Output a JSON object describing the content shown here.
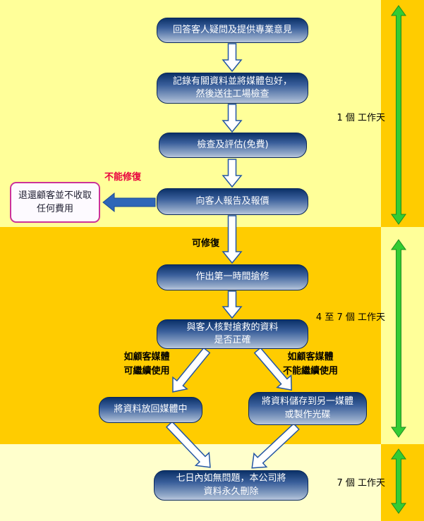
{
  "steps": {
    "s1": "回答客人疑問及提供專業意見",
    "s2": "記錄有關資料並將媒體包好，\n然後送往工場檢查",
    "s3": "檢查及評估(免費)",
    "s4": "向客人報告及報價",
    "refund": "退還顧客並不收取\n任何費用",
    "s5": "作出第一時間搶修",
    "s6": "與客人核對搶救的資料\n是否正確",
    "s7_left": "將資料放回媒體中",
    "s7_right": "將資料儲存到另一媒體\n或製作光碟",
    "s8": "七日內如無問題，本公司將\n資料永久刪除"
  },
  "labels": {
    "cannot_repair": "不能修復",
    "repairable": "可修復",
    "branch_left": "如顧客媒體\n可繼續使用",
    "branch_right": "如顧客媒體\n不能繼續使用"
  },
  "timeline": {
    "t1": "1 個 工作天",
    "t2": "4 至 7 個 工作天",
    "t3": "7 個 工作天"
  },
  "colors": {
    "pale_yellow": "#FFFF99",
    "gold": "#FFCC00",
    "cream": "#FFFFCC",
    "node_blue_dark": "#0B3168",
    "node_blue_light": "#B9C6DC",
    "node_border": "#09275A",
    "white_arrow_outline": "#2456A4",
    "blue_arrow": "#2E66B8",
    "green_arrow": "#33CC33",
    "magenta_border": "#CC3399",
    "red_label": "#E8003D"
  }
}
